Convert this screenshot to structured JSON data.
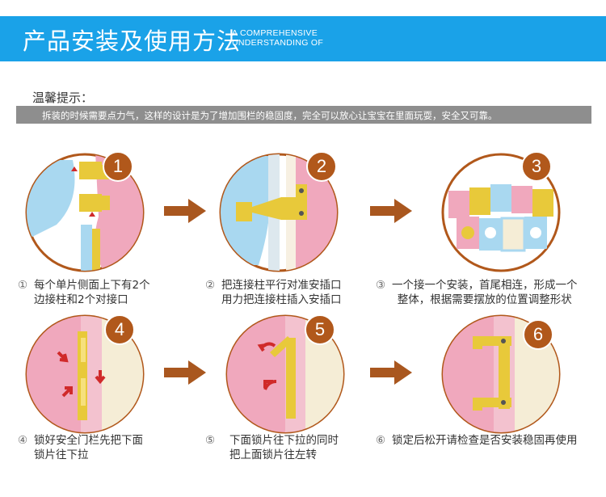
{
  "header": {
    "title": "产品安装及使用方法",
    "subtitle_line1": "A COMPREHENSIVE",
    "subtitle_line2": "UNDERSTANDING OF",
    "bg_color": "#1aa2e8"
  },
  "tip": {
    "title": "温馨提示：",
    "text": "拆装的时候需要点力气，这样的设计是为了增加围栏的稳固度，完全可以放心让宝宝在里面玩耍，安全又可靠。"
  },
  "colors": {
    "badge": "#b1581b",
    "arrow": "#a9571f",
    "pink": "#f0a8bd",
    "blue": "#a9d8f0",
    "yellow": "#e8c93a",
    "cream": "#f5edd6"
  },
  "steps": [
    {
      "badge": "1",
      "num_mark": "①",
      "caption": "每个单片侧面上下有2个\n边接柱和2个对接口"
    },
    {
      "badge": "2",
      "num_mark": "②",
      "caption": "把连接柱平行对准安插口\n用力把连接柱插入安插口"
    },
    {
      "badge": "3",
      "num_mark": "③",
      "caption": "一个接一个安装，首尾相连，形成一个\n整体，根据需要摆放的位置调整形状"
    },
    {
      "badge": "4",
      "num_mark": "④",
      "caption": "锁好安全门栏先把下面\n锁片往下拉"
    },
    {
      "badge": "5",
      "num_mark": "⑤",
      "caption": "下面锁片往下拉的同时\n把上面锁片往左转"
    },
    {
      "badge": "6",
      "num_mark": "⑥",
      "caption": "锁定后松开请检查是否安装稳固再使用"
    }
  ]
}
